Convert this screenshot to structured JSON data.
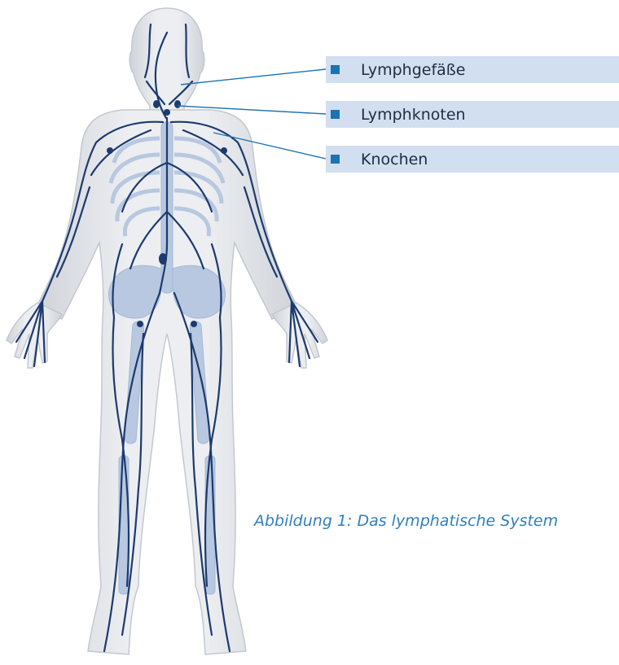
{
  "labels": [
    {
      "text": "Lymphgefäße"
    },
    {
      "text": "Lymphknoten"
    },
    {
      "text": "Knochen"
    }
  ],
  "caption": "Abbildung 1: Das lymphatische System",
  "colors": {
    "label_background": "#d2dff0",
    "label_marker": "#1b73b3",
    "label_text": "#1f2c44",
    "leader_line": "#1b73b3",
    "caption": "#2f7fbf",
    "vessels": "#1d3a6e",
    "bones": "#b7c8e0",
    "body_silhouette": "#e4e7ec"
  }
}
